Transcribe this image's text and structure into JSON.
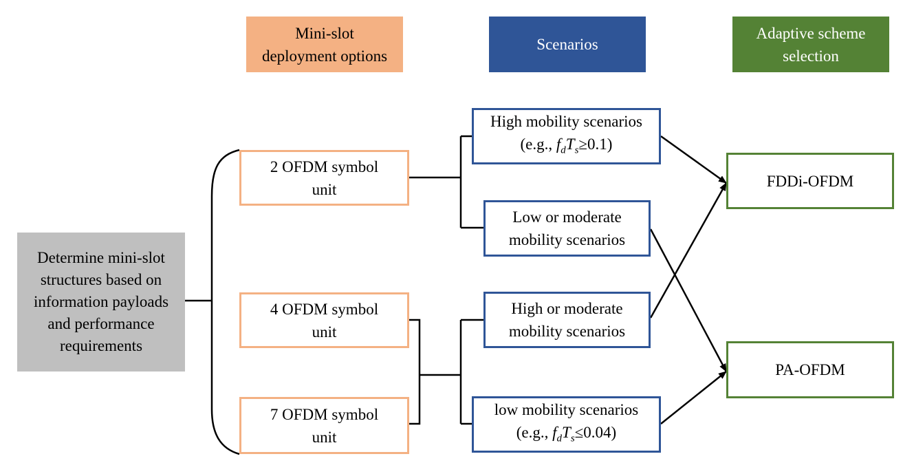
{
  "headers": {
    "options_lines": [
      "Mini-slot",
      "deployment options"
    ],
    "scenarios": "Scenarios",
    "selection_lines": [
      "Adaptive scheme",
      "selection"
    ]
  },
  "root_lines": [
    "Determine mini-slot",
    "structures based on",
    "information payloads",
    "and performance",
    "requirements"
  ],
  "options": [
    {
      "lines": [
        "2 OFDM symbol",
        "unit"
      ]
    },
    {
      "lines": [
        "4 OFDM symbol",
        "unit"
      ]
    },
    {
      "lines": [
        "7 OFDM symbol",
        "unit"
      ]
    }
  ],
  "scenarios": [
    {
      "line1": "High mobility scenarios",
      "formula": {
        "prefix": "(e.g., ",
        "f": "f",
        "fsub": "d",
        "t": "T",
        "tsub": "s",
        "rel": "≥0.1)"
      }
    },
    {
      "lines": [
        "Low or moderate",
        "mobility scenarios"
      ]
    },
    {
      "lines": [
        "High or moderate",
        "mobility scenarios"
      ]
    },
    {
      "line1": "low mobility scenarios",
      "formula": {
        "prefix": "(e.g., ",
        "f": "f",
        "fsub": "d",
        "t": "T",
        "tsub": "s",
        "rel": "≤0.04)"
      }
    }
  ],
  "schemes": [
    "FDDi-OFDM",
    "PA-OFDM"
  ],
  "colors": {
    "orange": "#f4b183",
    "blue": "#2f5597",
    "green": "#548235",
    "grey": "#bfbfbf"
  }
}
